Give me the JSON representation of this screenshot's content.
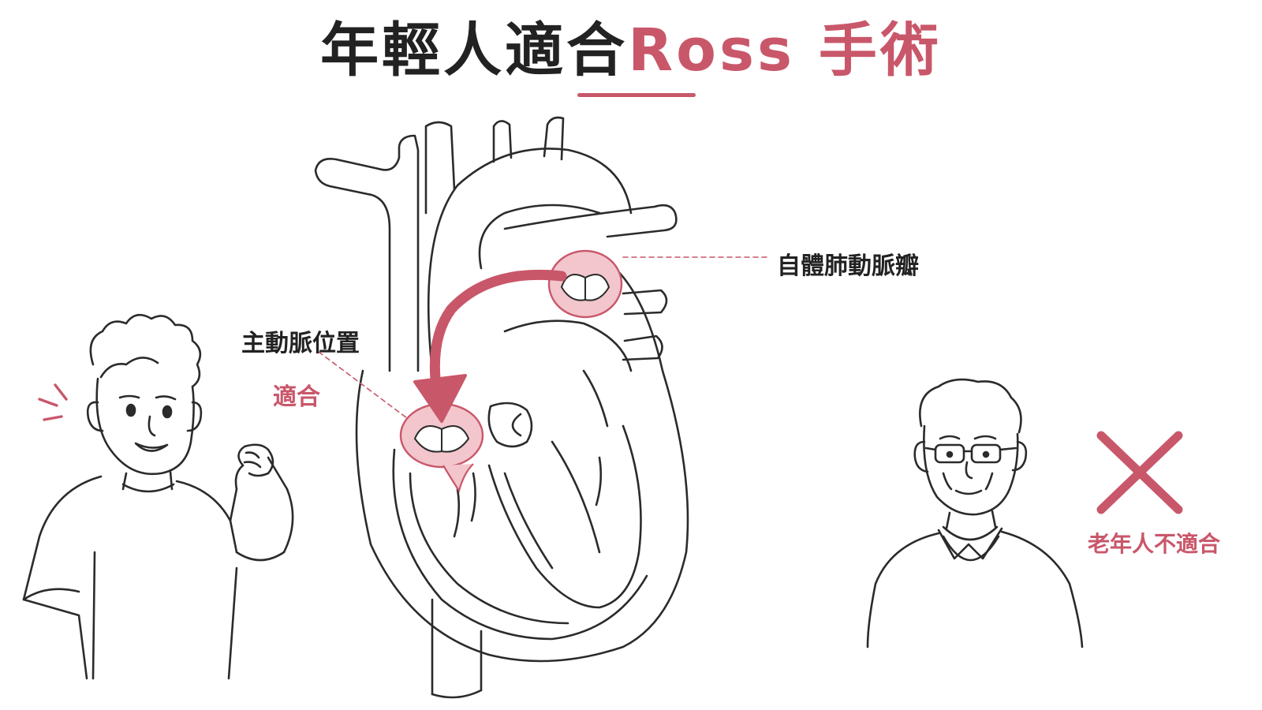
{
  "title": {
    "part1": "年輕人適合",
    "part2": "Ross 手術"
  },
  "labels": {
    "pulmonary_valve": "自體肺動脈瓣",
    "aortic_position": "主動脈位置",
    "suitable": "適合",
    "elderly_unsuitable": "老年人不適合"
  },
  "colors": {
    "accent": "#c9576a",
    "valve_fill": "#f2c6cc",
    "line": "#2b2b2b"
  },
  "icons": {
    "young_person": "happy-young-man-fist-raised",
    "elderly_person": "elderly-man-with-glasses",
    "not_suitable": "red-x-mark",
    "transfer_arrow": "curved-arrow"
  }
}
